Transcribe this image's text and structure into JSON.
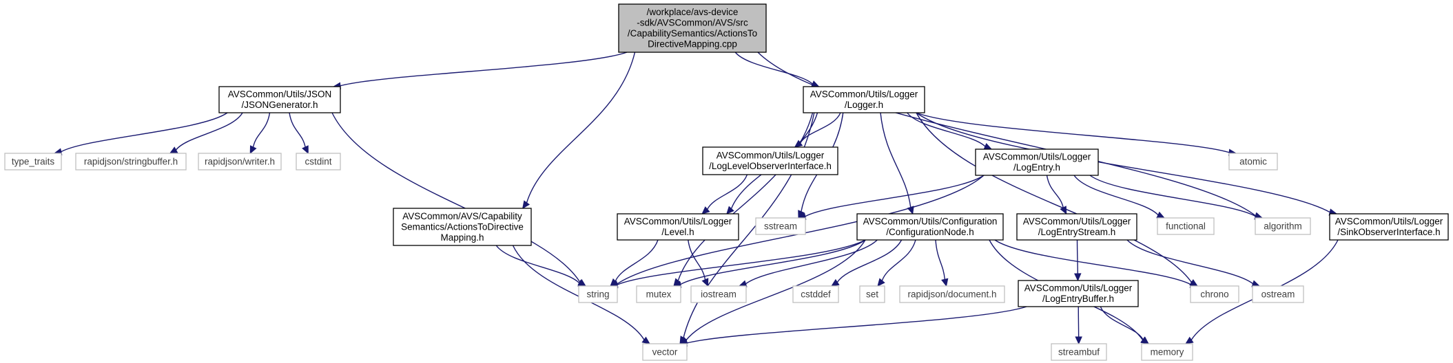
{
  "graph": {
    "nodes": [
      {
        "id": "main",
        "kind": "main",
        "lines": [
          "/workplace/avs-device",
          "-sdk/AVSCommon/AVS/src",
          "/CapabilitySemantics/ActionsTo",
          "DirectiveMapping.cpp"
        ]
      },
      {
        "id": "json",
        "kind": "file",
        "lines": [
          "AVSCommon/Utils/JSON",
          "/JSONGenerator.h"
        ]
      },
      {
        "id": "loggerh",
        "kind": "file",
        "lines": [
          "AVSCommon/Utils/Logger",
          "/Logger.h"
        ]
      },
      {
        "id": "typetraits",
        "kind": "sys",
        "lines": [
          "type_traits"
        ]
      },
      {
        "id": "stringbuffer",
        "kind": "sys",
        "lines": [
          "rapidjson/stringbuffer.h"
        ]
      },
      {
        "id": "writer",
        "kind": "sys",
        "lines": [
          "rapidjson/writer.h"
        ]
      },
      {
        "id": "cstdint",
        "kind": "sys",
        "lines": [
          "cstdint"
        ]
      },
      {
        "id": "loglevelobs",
        "kind": "file",
        "lines": [
          "AVSCommon/Utils/Logger",
          "/LogLevelObserverInterface.h"
        ]
      },
      {
        "id": "logentry",
        "kind": "file",
        "lines": [
          "AVSCommon/Utils/Logger",
          "/LogEntry.h"
        ]
      },
      {
        "id": "atomic",
        "kind": "sys",
        "lines": [
          "atomic"
        ]
      },
      {
        "id": "capmapping",
        "kind": "file",
        "lines": [
          "AVSCommon/AVS/Capability",
          "Semantics/ActionsToDirective",
          "Mapping.h"
        ]
      },
      {
        "id": "level",
        "kind": "file",
        "lines": [
          "AVSCommon/Utils/Logger",
          "/Level.h"
        ]
      },
      {
        "id": "sstream",
        "kind": "sys",
        "lines": [
          "sstream"
        ]
      },
      {
        "id": "confignode",
        "kind": "file",
        "lines": [
          "AVSCommon/Utils/Configuration",
          "/ConfigurationNode.h"
        ]
      },
      {
        "id": "logentrystream",
        "kind": "file",
        "lines": [
          "AVSCommon/Utils/Logger",
          "/LogEntryStream.h"
        ]
      },
      {
        "id": "functional",
        "kind": "sys",
        "lines": [
          "functional"
        ]
      },
      {
        "id": "algorithm",
        "kind": "sys",
        "lines": [
          "algorithm"
        ]
      },
      {
        "id": "sinkobs",
        "kind": "file",
        "lines": [
          "AVSCommon/Utils/Logger",
          "/SinkObserverInterface.h"
        ]
      },
      {
        "id": "string",
        "kind": "sys",
        "lines": [
          "string"
        ]
      },
      {
        "id": "mutex",
        "kind": "sys",
        "lines": [
          "mutex"
        ]
      },
      {
        "id": "iostream",
        "kind": "sys",
        "lines": [
          "iostream"
        ]
      },
      {
        "id": "cstddef",
        "kind": "sys",
        "lines": [
          "cstddef"
        ]
      },
      {
        "id": "set",
        "kind": "sys",
        "lines": [
          "set"
        ]
      },
      {
        "id": "document",
        "kind": "sys",
        "lines": [
          "rapidjson/document.h"
        ]
      },
      {
        "id": "logentrybuffer",
        "kind": "file",
        "lines": [
          "AVSCommon/Utils/Logger",
          "/LogEntryBuffer.h"
        ]
      },
      {
        "id": "chrono",
        "kind": "sys",
        "lines": [
          "chrono"
        ]
      },
      {
        "id": "ostream",
        "kind": "sys",
        "lines": [
          "ostream"
        ]
      },
      {
        "id": "vector",
        "kind": "sys",
        "lines": [
          "vector"
        ]
      },
      {
        "id": "streambuf",
        "kind": "sys",
        "lines": [
          "streambuf"
        ]
      },
      {
        "id": "memory",
        "kind": "sys",
        "lines": [
          "memory"
        ]
      }
    ],
    "edges": [
      [
        "main",
        "json"
      ],
      [
        "main",
        "capmapping"
      ],
      [
        "main",
        "loggerh"
      ],
      [
        "main",
        "algorithm"
      ],
      [
        "json",
        "typetraits"
      ],
      [
        "json",
        "stringbuffer"
      ],
      [
        "json",
        "writer"
      ],
      [
        "json",
        "cstdint"
      ],
      [
        "json",
        "string"
      ],
      [
        "loggerh",
        "loglevelobs"
      ],
      [
        "loggerh",
        "logentry"
      ],
      [
        "loggerh",
        "atomic"
      ],
      [
        "loggerh",
        "level"
      ],
      [
        "loggerh",
        "sstream"
      ],
      [
        "loggerh",
        "confignode"
      ],
      [
        "loggerh",
        "sinkobs"
      ],
      [
        "loggerh",
        "mutex"
      ],
      [
        "loggerh",
        "vector"
      ],
      [
        "loggerh",
        "chrono"
      ],
      [
        "loglevelobs",
        "level"
      ],
      [
        "logentry",
        "sstream"
      ],
      [
        "logentry",
        "logentrystream"
      ],
      [
        "logentry",
        "functional"
      ],
      [
        "logentry",
        "algorithm"
      ],
      [
        "logentry",
        "string"
      ],
      [
        "capmapping",
        "string"
      ],
      [
        "capmapping",
        "vector"
      ],
      [
        "level",
        "string"
      ],
      [
        "level",
        "iostream"
      ],
      [
        "confignode",
        "string"
      ],
      [
        "confignode",
        "mutex"
      ],
      [
        "confignode",
        "iostream"
      ],
      [
        "confignode",
        "cstddef"
      ],
      [
        "confignode",
        "set"
      ],
      [
        "confignode",
        "document"
      ],
      [
        "confignode",
        "chrono"
      ],
      [
        "confignode",
        "vector"
      ],
      [
        "confignode",
        "memory"
      ],
      [
        "logentrystream",
        "logentrybuffer"
      ],
      [
        "logentrystream",
        "ostream"
      ],
      [
        "logentrybuffer",
        "vector"
      ],
      [
        "logentrybuffer",
        "streambuf"
      ],
      [
        "logentrybuffer",
        "memory"
      ],
      [
        "sinkobs",
        "memory"
      ]
    ]
  }
}
